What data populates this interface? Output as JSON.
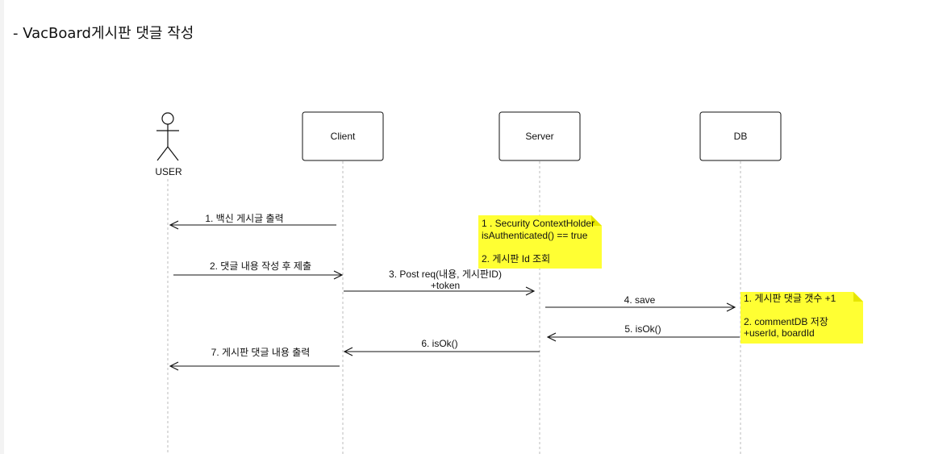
{
  "page": {
    "title": "- VacBoard게시판 댓글 작성"
  },
  "participants": {
    "user": "USER",
    "client": "Client",
    "server": "Server",
    "db": "DB"
  },
  "messages": {
    "m1": "1. 백신 게시글 출력",
    "m2": "2. 댓글 내용 작성 후 제출",
    "m3_line1": "3. Post req(내용, 게시판ID)",
    "m3_line2": "+token",
    "m4": "4. save",
    "m5": "5. isOk()",
    "m6": "6. isOk()",
    "m7": "7. 게시판 댓글 내용 출력"
  },
  "notes": {
    "server_note": {
      "line1": "1 . Security ContextHolder",
      "line2": "isAuthenticated() == true",
      "line3": "2. 게시판 Id 조회"
    },
    "db_note": {
      "line1": "1. 게시판 댓글 갯수 +1",
      "line2": "2. commentDB 저장",
      "line3": "+userId, boardId"
    }
  },
  "colors": {
    "note_fill": "#ffff33",
    "line": "#111111",
    "lifeline": "#bbbbbb"
  }
}
